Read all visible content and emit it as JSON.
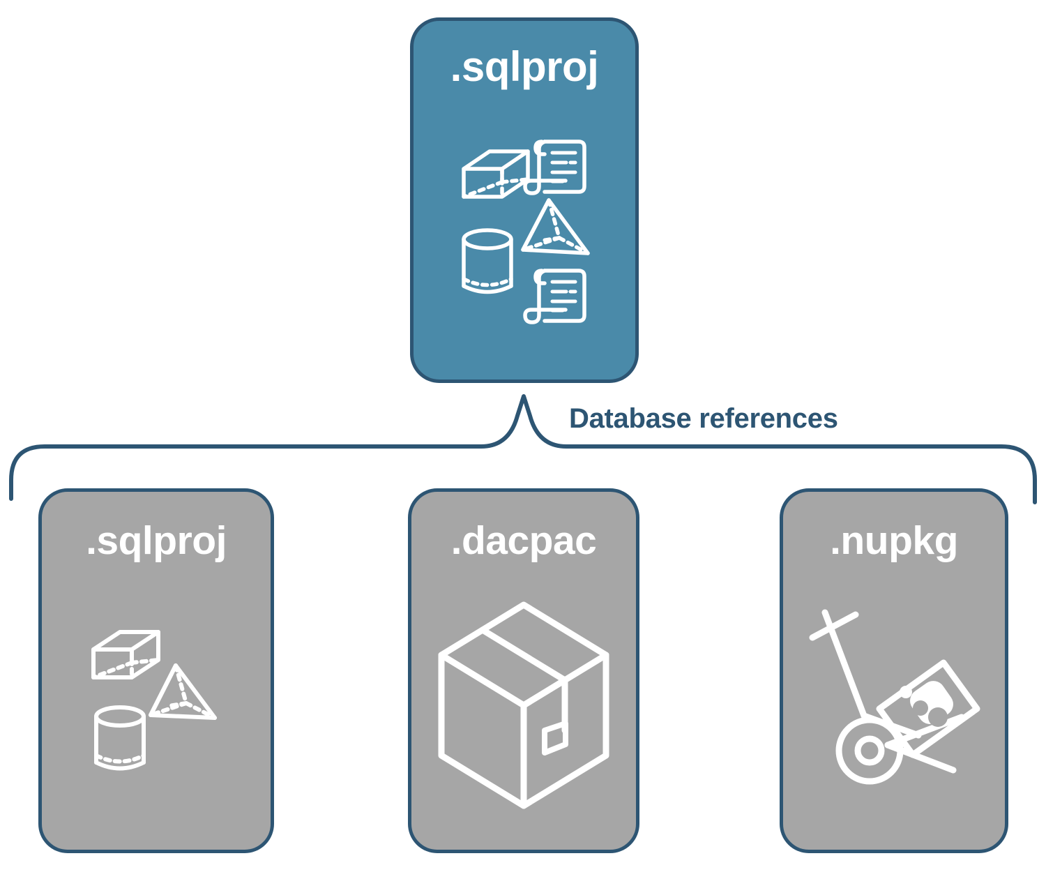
{
  "diagram": {
    "type": "hierarchy",
    "title": "SQL database project database references",
    "palette": {
      "primary_fill": "#4a8aa9",
      "secondary_fill": "#a6a6a6",
      "stroke": "#2d5573",
      "label_text": "#2d5573",
      "card_text": "#ffffff",
      "background": "#ffffff"
    },
    "root": {
      "label": ".sqlproj",
      "fill": "#4a8aa9",
      "icons": [
        "cube-wireframe-icon",
        "scroll-icon",
        "pyramid-wireframe-icon",
        "cylinder-wireframe-icon",
        "scroll-icon"
      ]
    },
    "connector": {
      "label": "Database references",
      "style": "curly-brace",
      "color": "#2d5573"
    },
    "children": [
      {
        "label": ".sqlproj",
        "fill": "#a6a6a6",
        "icons": [
          "cube-wireframe-icon",
          "pyramid-wireframe-icon",
          "cylinder-wireframe-icon"
        ]
      },
      {
        "label": ".dacpac",
        "fill": "#a6a6a6",
        "icons": [
          "package-box-icon"
        ]
      },
      {
        "label": ".nupkg",
        "fill": "#a6a6a6",
        "icons": [
          "hand-truck-nuget-icon"
        ]
      }
    ]
  }
}
